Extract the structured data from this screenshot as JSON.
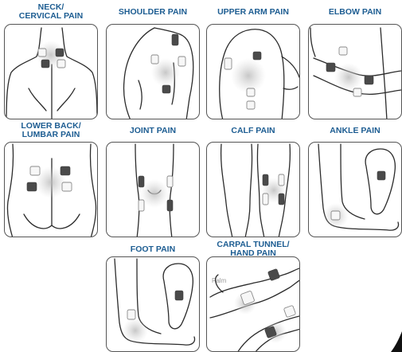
{
  "title": "",
  "regions": [
    {
      "label": "NECK/\nCERVICAL PAIN"
    },
    {
      "label": "SHOULDER PAIN"
    },
    {
      "label": "UPPER ARM PAIN"
    },
    {
      "label": "ELBOW PAIN"
    },
    {
      "label": "LOWER BACK/\nLUMBAR PAIN"
    },
    {
      "label": "JOINT PAIN"
    },
    {
      "label": "CALF PAIN"
    },
    {
      "label": "ANKLE PAIN"
    },
    {
      "label": "FOOT PAIN"
    },
    {
      "label": "CARPAL TUNNEL/\nHAND PAIN",
      "palm_text": "Palm"
    }
  ],
  "colors": {
    "label_blue": "#1d5d92",
    "pad_dark": "#4a4a4a",
    "pad_light": "#f7f7f7",
    "outline": "#2b2b2b"
  }
}
